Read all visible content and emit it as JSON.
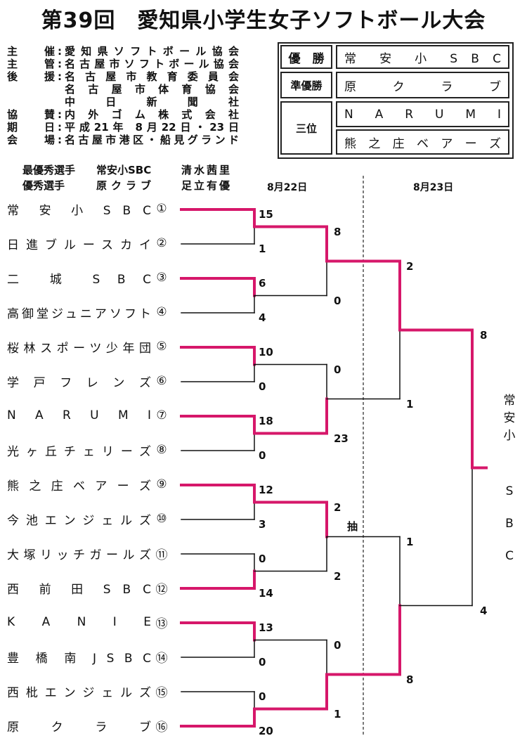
{
  "title": "第39回　愛知県小学生女子ソフトボール大会",
  "info": [
    {
      "label": "主催",
      "value": "愛知県ソフトボール協会"
    },
    {
      "label": "主管",
      "value": "名古屋市ソフトボール協会"
    },
    {
      "label": "後援",
      "value": "名 古 屋 市 教 育 委 員 会"
    },
    {
      "label": "",
      "value": "名 古 屋 市 体 育 協 会"
    },
    {
      "label": "",
      "value": "中 日 新 聞 社"
    },
    {
      "label": "協賛",
      "value": "内 外 ゴ ム 株 式 会 社"
    },
    {
      "label": "期日",
      "value": "平成21年 8月22日・23日"
    },
    {
      "label": "会場",
      "value": "名古屋市港区・船見グランド"
    }
  ],
  "colon": ":",
  "awards": {
    "mvp_label": "最優秀選手",
    "mvp_team": "常安小SBC",
    "mvp_name": "清水茜里",
    "excellent_label": "優秀選手",
    "excellent_team": "原クラブ",
    "excellent_name": "足立有優"
  },
  "results": {
    "champion_label": "優　勝",
    "champion": "常 安 小 S B C",
    "runner_up_label": "準優勝",
    "runner_up": "原 ク ラ ブ",
    "third_label": "三位",
    "third": [
      "N A R U M I",
      "熊 之 庄 ベ ア ー ズ"
    ]
  },
  "dates": [
    "8月22日",
    "8月23日"
  ],
  "teams": [
    {
      "name": "常 安 小 S B C",
      "num": "①"
    },
    {
      "name": "日進ブルースカイ",
      "num": "②"
    },
    {
      "name": "二 城 S B C",
      "num": "③"
    },
    {
      "name": "高御堂ジュニアソフト",
      "num": "④"
    },
    {
      "name": "桜林スポーツ少年団",
      "num": "⑤"
    },
    {
      "name": "学 戸 フ レ ン ズ",
      "num": "⑥"
    },
    {
      "name": "N A R U M I",
      "num": "⑦"
    },
    {
      "name": "光ヶ丘チェリーズ",
      "num": "⑧"
    },
    {
      "name": "熊 之 庄 ベ ア ー ズ",
      "num": "⑨"
    },
    {
      "name": "今池エンジェルズ",
      "num": "⑩"
    },
    {
      "name": "大塚リッチガールズ",
      "num": "⑪"
    },
    {
      "name": "西 前 田 S B C",
      "num": "⑫"
    },
    {
      "name": "K A N I E",
      "num": "⑬"
    },
    {
      "name": "豊 橋 南 J S B C",
      "num": "⑭"
    },
    {
      "name": "西枇エンジェルズ",
      "num": "⑮"
    },
    {
      "name": "原 ク ラ ブ",
      "num": "⑯"
    }
  ],
  "rounds": [
    [
      {
        "scores": [
          "15",
          "1"
        ],
        "winner": 0
      },
      {
        "scores": [
          "6",
          "4"
        ],
        "winner": 0
      },
      {
        "scores": [
          "10",
          "0"
        ],
        "winner": 0
      },
      {
        "scores": [
          "18",
          "0"
        ],
        "winner": 0
      },
      {
        "scores": [
          "12",
          "3"
        ],
        "winner": 0
      },
      {
        "scores": [
          "0",
          "14"
        ],
        "winner": 1
      },
      {
        "scores": [
          "13",
          "0"
        ],
        "winner": 0
      },
      {
        "scores": [
          "0",
          "20"
        ],
        "winner": 1
      }
    ],
    [
      {
        "scores": [
          "8",
          "0"
        ],
        "winner": 0
      },
      {
        "scores": [
          "0",
          "23"
        ],
        "winner": 1
      },
      {
        "scores": [
          "2",
          "2"
        ],
        "winner": 0
      },
      {
        "scores": [
          "0",
          "1"
        ],
        "winner": 1
      }
    ],
    [
      {
        "scores": [
          "2",
          "1"
        ],
        "winner": 0
      },
      {
        "scores": [
          "1",
          "8"
        ],
        "winner": 1
      }
    ],
    [
      {
        "scores": [
          "8",
          "4"
        ],
        "winner": 0
      }
    ]
  ],
  "lottery_mark": "抽",
  "champion_vertical": [
    "常",
    "安",
    "小",
    "S",
    "B",
    "C"
  ],
  "colors": {
    "winner_line": "#d6176a",
    "line": "#111111"
  }
}
